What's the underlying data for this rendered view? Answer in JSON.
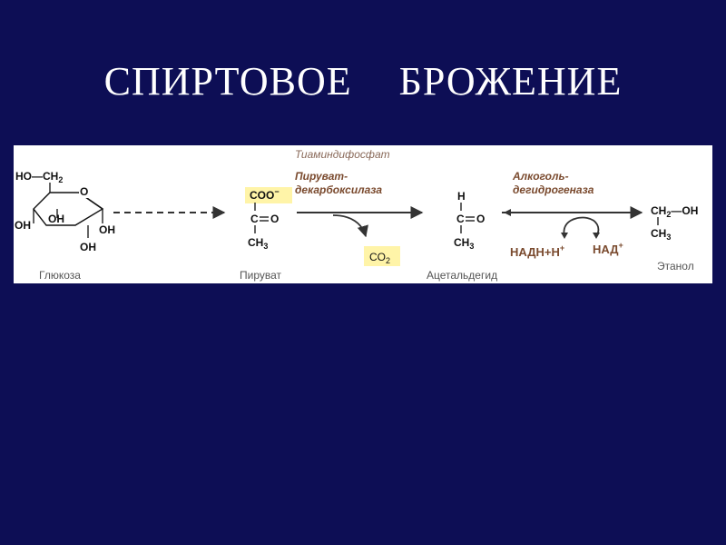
{
  "title": {
    "word1": "СПИРТОВОЕ",
    "word2": "БРОЖЕНИЕ"
  },
  "diagram": {
    "glucose": {
      "name": "Глюкоза",
      "ch2_group": "HO—CH",
      "ch2_sub": "2",
      "ring_o": "O",
      "oh": "OH"
    },
    "pyruvate": {
      "name": "Пируват",
      "coo": "COO",
      "coo_charge": "−",
      "c": "C",
      "o": "O",
      "ch": "CH",
      "ch_sub": "3"
    },
    "cofactor": "Тиаминдифосфат",
    "enzyme1": {
      "line1": "Пируват-",
      "line2": "декарбоксилаза"
    },
    "co2": {
      "co": "CO",
      "sub": "2"
    },
    "acetaldehyde": {
      "name": "Ацетальдегид",
      "h": "H",
      "c": "C",
      "o": "O",
      "ch": "CH",
      "ch_sub": "3"
    },
    "enzyme2": {
      "line1": "Алкоголь-",
      "line2": "дегидрогеназа"
    },
    "nadh": {
      "text": "НАДН+Н",
      "sup": "+"
    },
    "nad": {
      "text": "НАД",
      "sup": "+"
    },
    "ethanol": {
      "name": "Этанол",
      "ch": "CH",
      "ch_sub": "2",
      "oh": "—OH",
      "ch3": "CH",
      "ch3_sub": "3"
    },
    "colors": {
      "background": "#0d0e55",
      "enzyme_text": "#7a4a2e",
      "highlight": "#fff4a8",
      "arrow": "#333333"
    }
  }
}
